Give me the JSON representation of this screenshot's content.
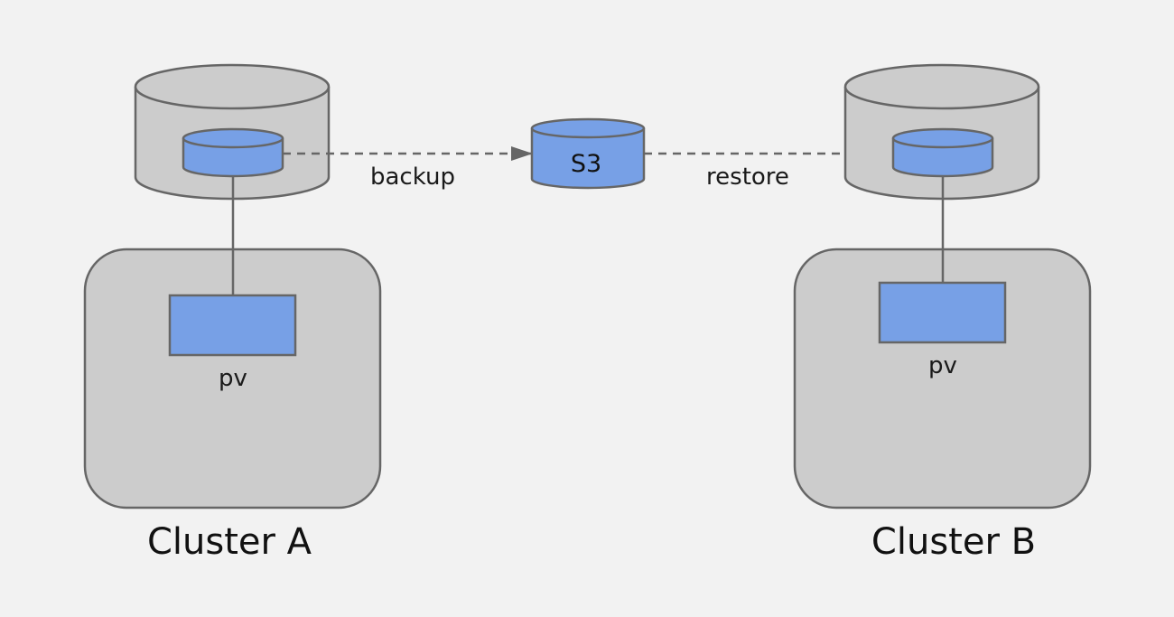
{
  "colors": {
    "background": "#f2f2f2",
    "storage_fill": "#cccccc",
    "volume_fill": "#77a0e6",
    "stroke": "#666666",
    "arrow": "#666666",
    "text": "#111111"
  },
  "labels": {
    "backup": "backup",
    "restore": "restore",
    "s3": "S3",
    "cluster_a": "Cluster A",
    "cluster_b": "Cluster B",
    "pv_a": "pv",
    "pv_b": "pv"
  }
}
